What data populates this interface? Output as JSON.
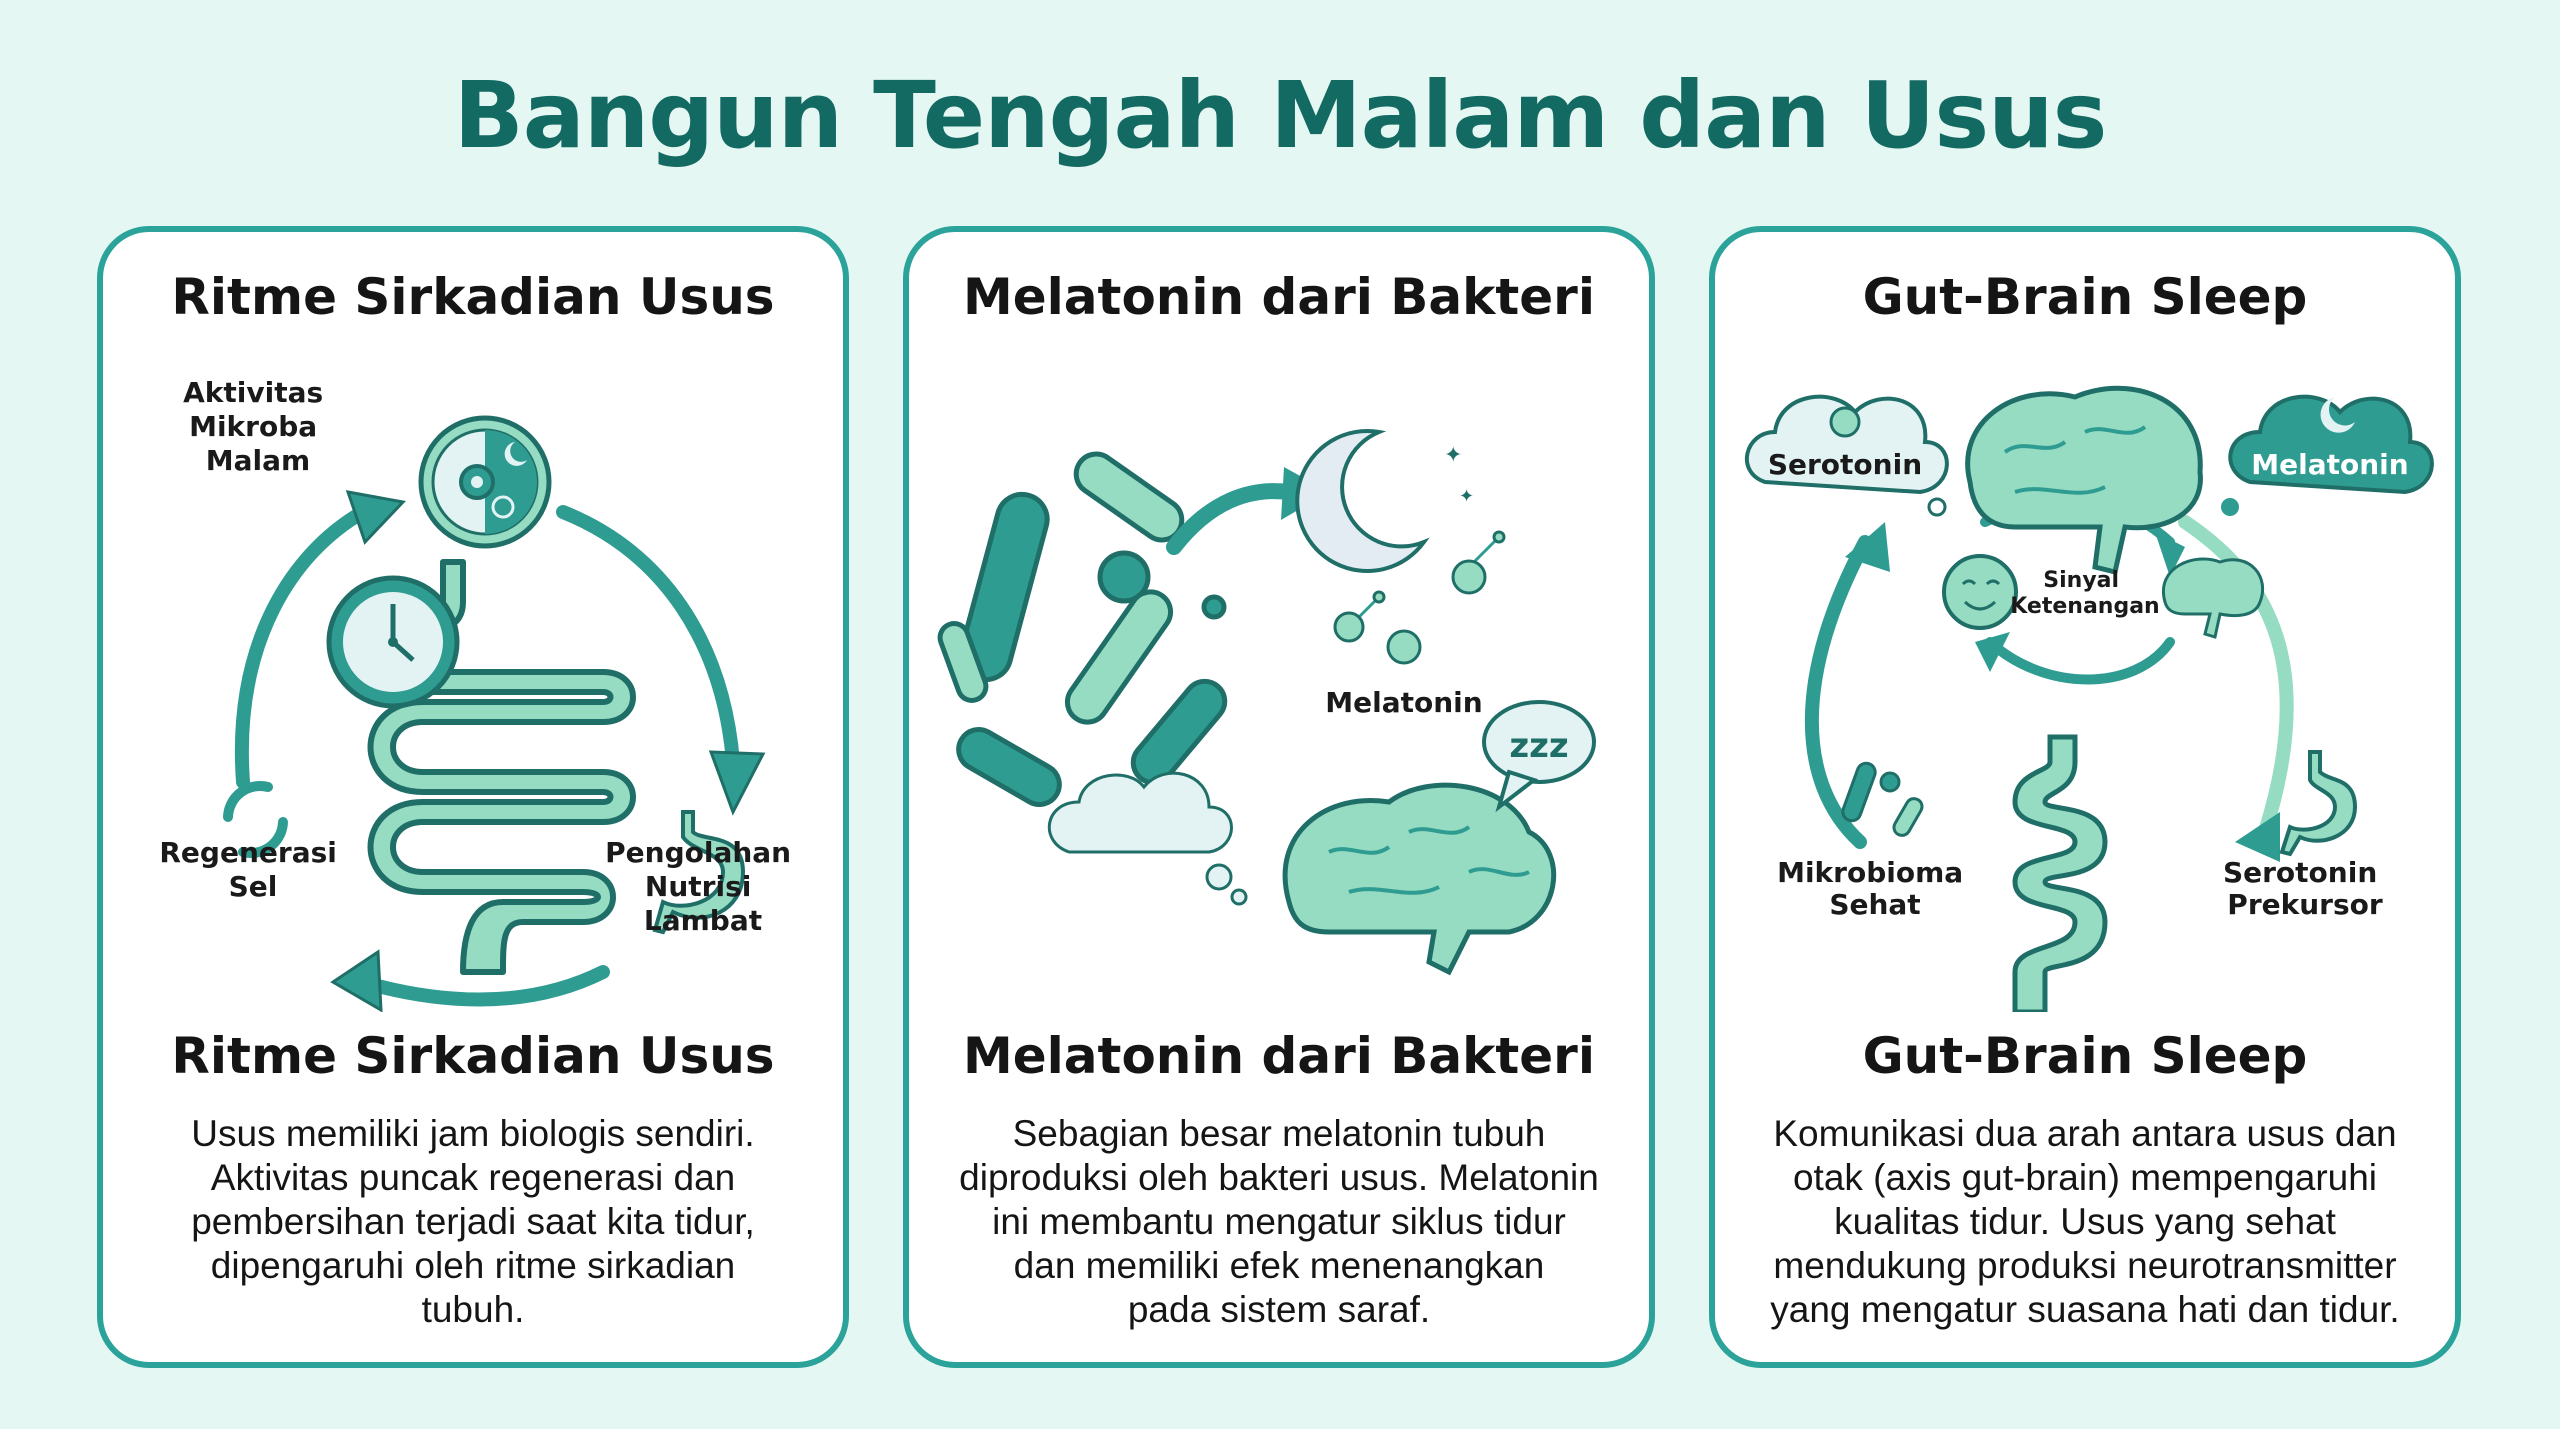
{
  "page": {
    "title": "Bangun Tengah Malam dan Usus",
    "colors": {
      "background": "#e5f7f3",
      "title": "#136a62",
      "card_border": "#2ba39a",
      "teal_dark": "#1f6f68",
      "teal_mid": "#2f9c92",
      "mint": "#96dcc2",
      "pale": "#e3f3f3"
    }
  },
  "cards": [
    {
      "heading": "Ritme Sirkadian Usus",
      "subheading": "Ritme Sirkadian Usus",
      "body": "Usus memiliki jam biologis sendiri.\nAktivitas puncak regenerasi dan\npembersihan terjadi saat kita tidur,\ndipengaruhi oleh ritme sirkadian\ntubuh.",
      "labels": {
        "top_left": [
          "Aktivitas",
          "Mikroba",
          "Malam"
        ],
        "bottom_left": [
          "Regenerasi",
          "Sel"
        ],
        "bottom_right": [
          "Pengolahan",
          "Nutrisi",
          "Lambat"
        ]
      },
      "icons": [
        "day-night-gear-clock-icon",
        "clock-icon",
        "intestine-icon",
        "recycle-arrows-icon",
        "stomach-icon",
        "cycle-arrow-icon"
      ]
    },
    {
      "heading": "Melatonin dari Bakteri",
      "subheading": "Melatonin dari Bakteri",
      "body": "Sebagian besar melatonin tubuh\ndiproduksi oleh bakteri usus. Melatonin\nini membantu mengatur siklus tidur\ndan memiliki efek menenangkan\npada sistem saraf.",
      "labels": {
        "molecule": "Melatonin",
        "sleep_bubble": "zzz"
      },
      "icons": [
        "bacteria-icon",
        "arrow-icon",
        "moon-icon",
        "molecule-icon",
        "cloud-icon",
        "brain-icon",
        "speech-bubble-icon"
      ]
    },
    {
      "heading": "Gut-Brain Sleep",
      "subheading": "Gut-Brain Sleep",
      "body": "Komunikasi dua arah antara usus dan\notak (axis gut-brain) mempengaruhi\nkualitas tidur. Usus yang sehat\nmendukung produksi neurotransmitter\nyang mengatur suasana hati dan tidur.",
      "labels": {
        "cloud_left": "Serotonin",
        "cloud_right": "Melatonin",
        "center": [
          "Sinyal",
          "Ketenangan"
        ],
        "bottom_left": [
          "Mikrobioma",
          "Sehat"
        ],
        "bottom_right": [
          "Serotonin",
          "Prekursor"
        ]
      },
      "icons": [
        "sun-icon",
        "moon-icon",
        "brain-icon",
        "smiley-icon",
        "intestine-icon",
        "stomach-icon",
        "bacteria-icon",
        "cycle-arrow-icon"
      ]
    }
  ]
}
